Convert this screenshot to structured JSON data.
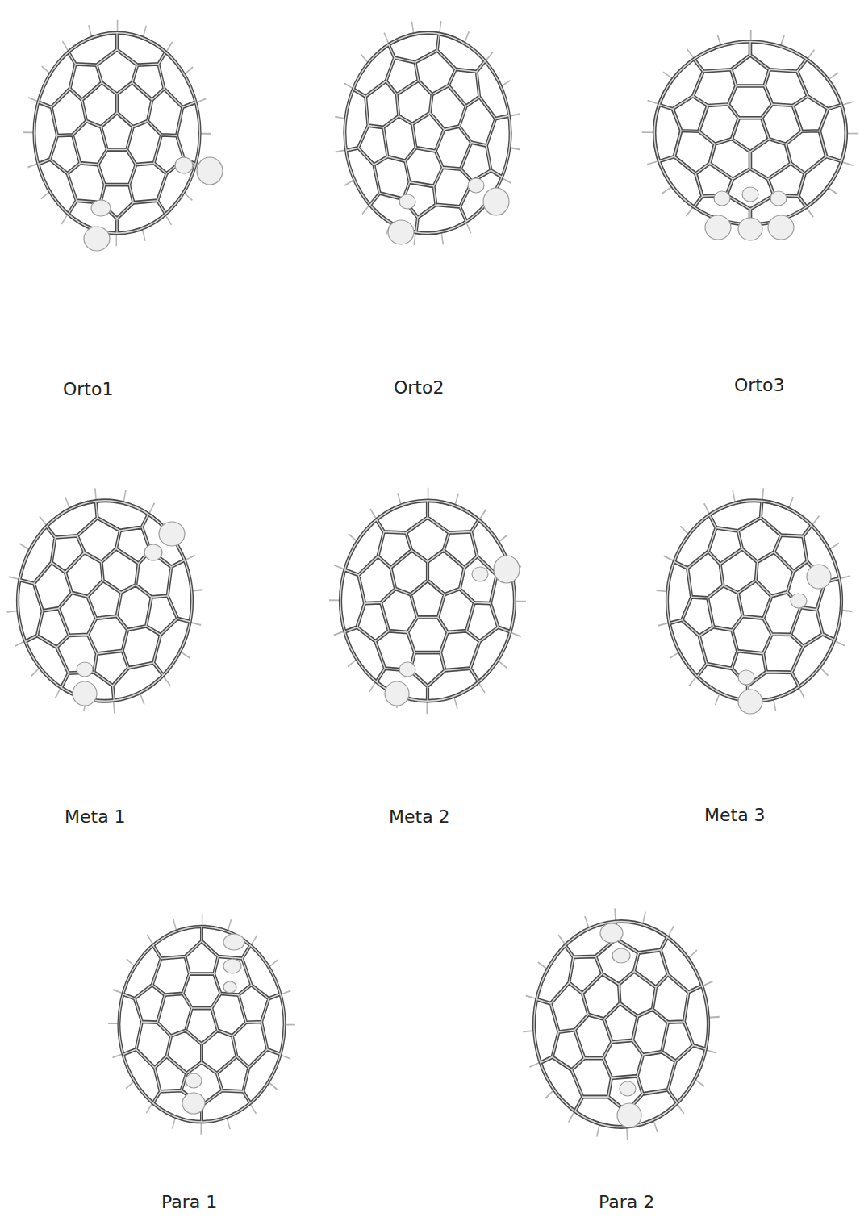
{
  "diagram": {
    "labels": [
      "Orto1",
      "Orto2",
      "Orto3",
      "Meta 1",
      "Meta 2",
      "Meta 3",
      "Para 1",
      "Para 2"
    ]
  }
}
